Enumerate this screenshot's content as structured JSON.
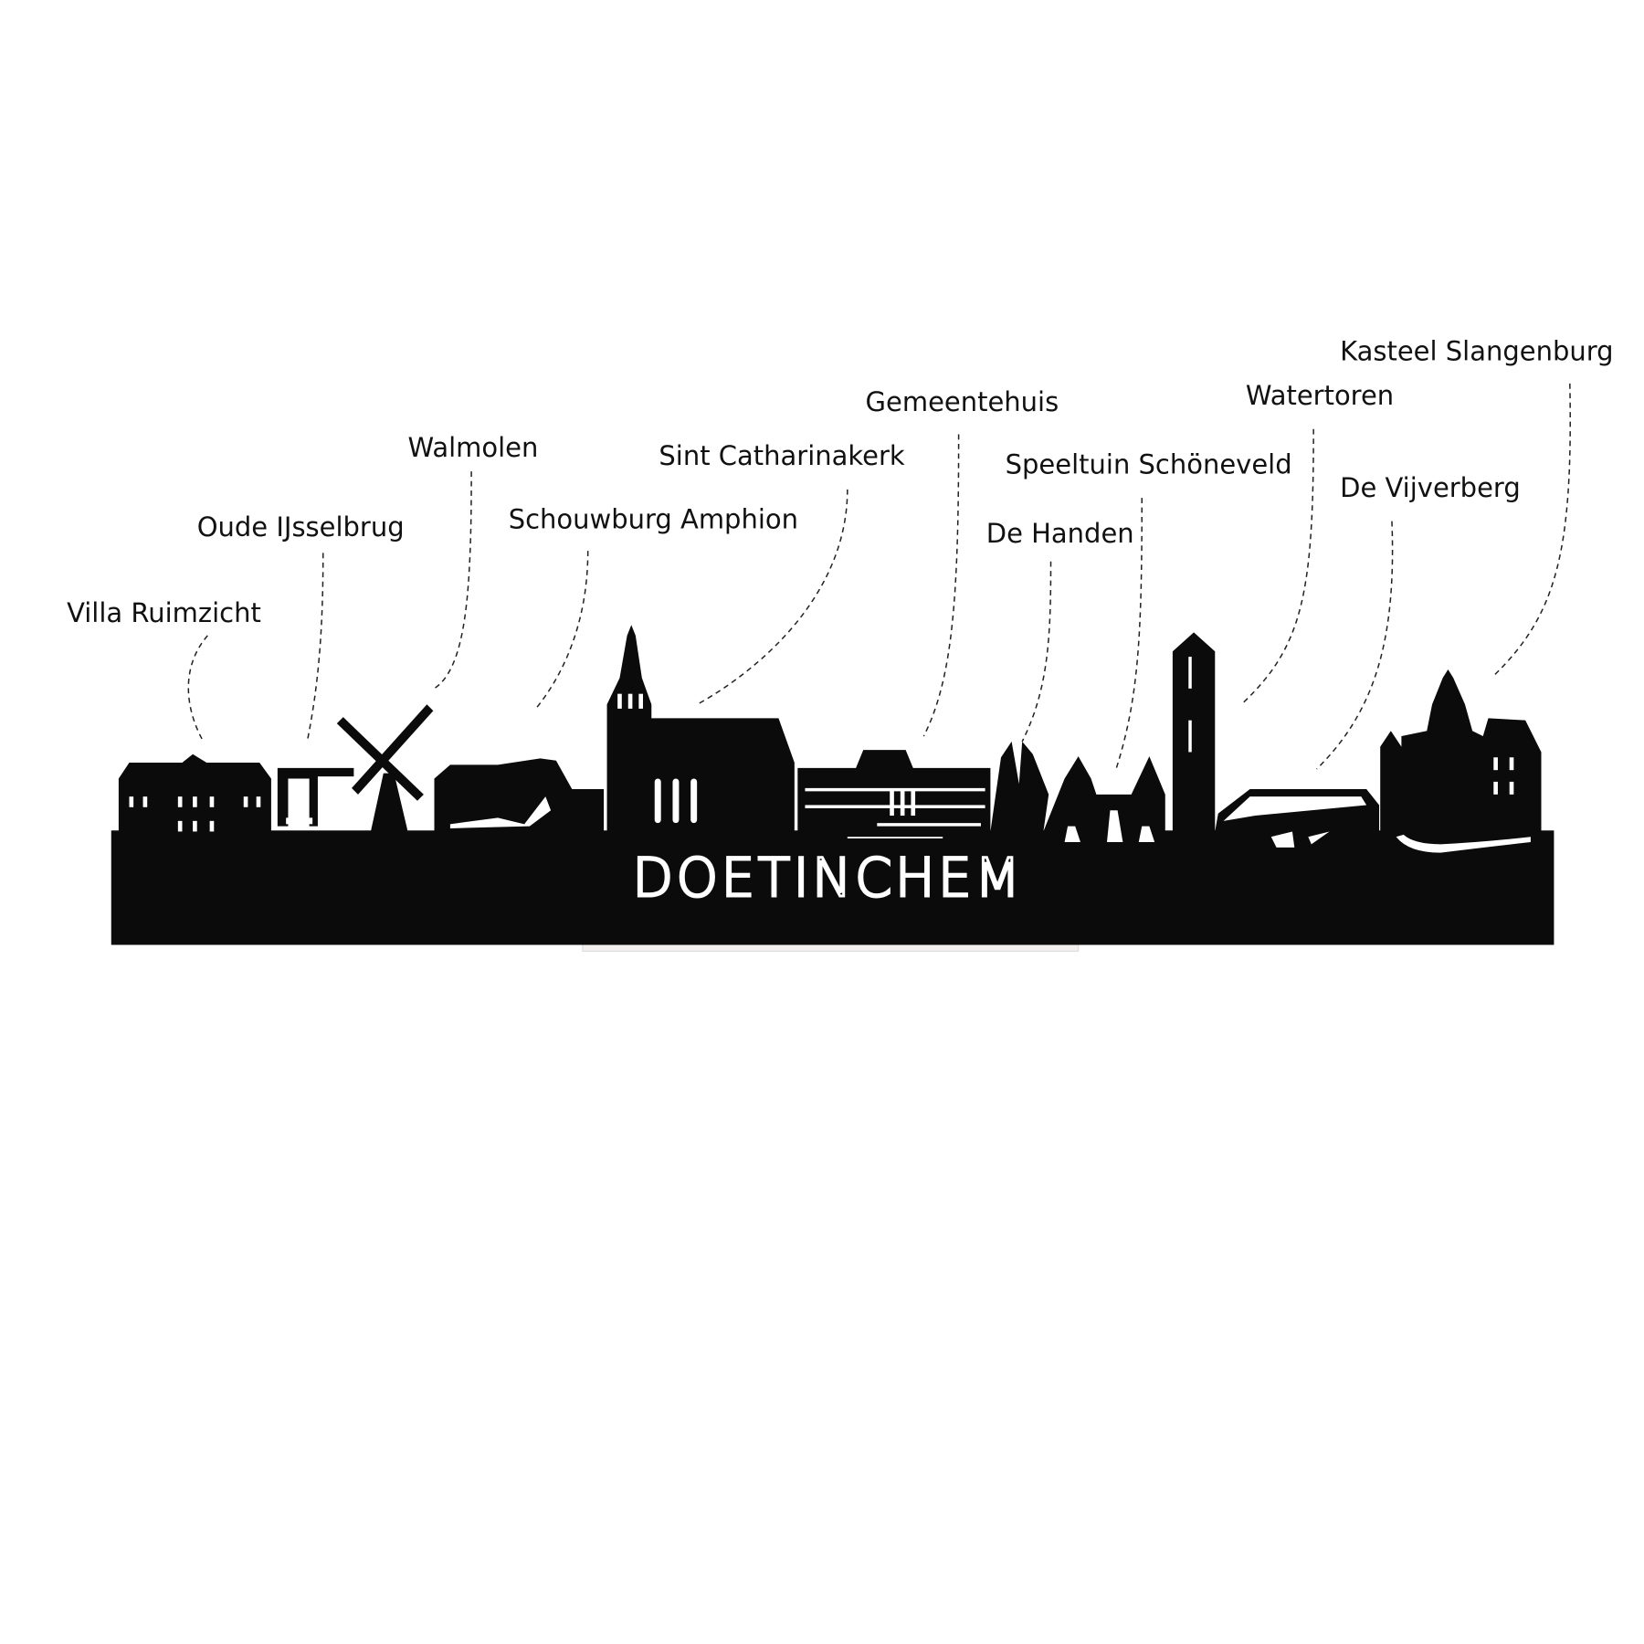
{
  "city_name": "DOETINCHEM",
  "landmarks": [
    {
      "label": "Villa Ruimzicht"
    },
    {
      "label": "Oude IJsselbrug"
    },
    {
      "label": "Walmolen"
    },
    {
      "label": "Schouwburg Amphion"
    },
    {
      "label": "Sint Catharinakerk"
    },
    {
      "label": "Gemeentehuis"
    },
    {
      "label": "Speeltuin Schöneveld"
    },
    {
      "label": "De Handen"
    },
    {
      "label": "Watertoren"
    },
    {
      "label": "De Vijverberg"
    },
    {
      "label": "Kasteel Slangenburg"
    }
  ],
  "colors": {
    "silhouette": "#0b0b0b",
    "background": "#ffffff",
    "stand": "#f3f0ee"
  }
}
